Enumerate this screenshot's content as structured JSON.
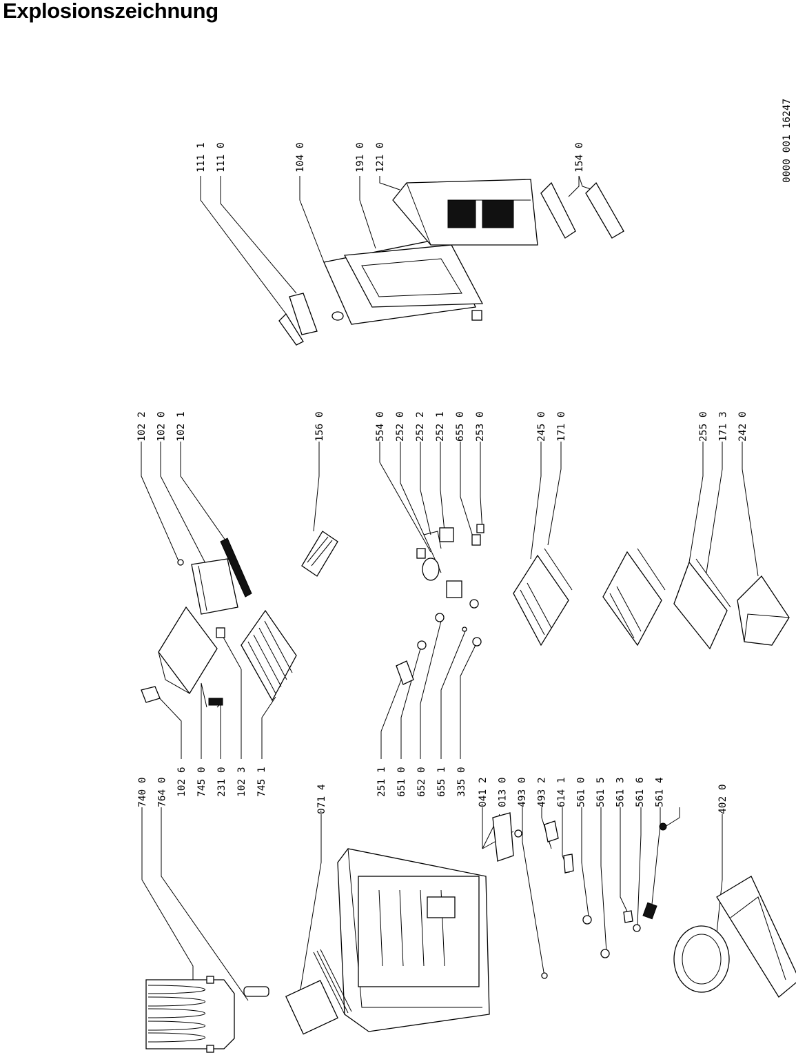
{
  "title": "Explosionszeichnung",
  "drawing_number": "0000 001  16247",
  "label_groups": {
    "group1": [
      "740 0",
      "764 0"
    ],
    "group2": [
      "071 4"
    ],
    "group3": [
      "041 2",
      "013 0",
      "493 0",
      "493 2",
      "614 1",
      "561 0",
      "561 5",
      "561 3",
      "561 6",
      "561 4"
    ],
    "group4": [
      "402 0"
    ],
    "group5": [
      "102 6",
      "745 0",
      "231 0",
      "102 3",
      "745 1"
    ],
    "group6": [
      "251 1",
      "651 0",
      "652 0",
      "655 1",
      "335 0"
    ],
    "group7": [
      "102 2",
      "102 0",
      "102 1"
    ],
    "group8": [
      "156 0"
    ],
    "group9": [
      "554 0",
      "252 0",
      "252 2",
      "252 1",
      "655 0",
      "253 0"
    ],
    "group10": [
      "245 0",
      "171 0"
    ],
    "group11": [
      "255 0",
      "171 3",
      "242 0"
    ],
    "group12": [
      "111 1",
      "111 0"
    ],
    "group13": [
      "104 0"
    ],
    "group14": [
      "191 0",
      "121 0"
    ],
    "group15": [
      "154 0"
    ]
  }
}
